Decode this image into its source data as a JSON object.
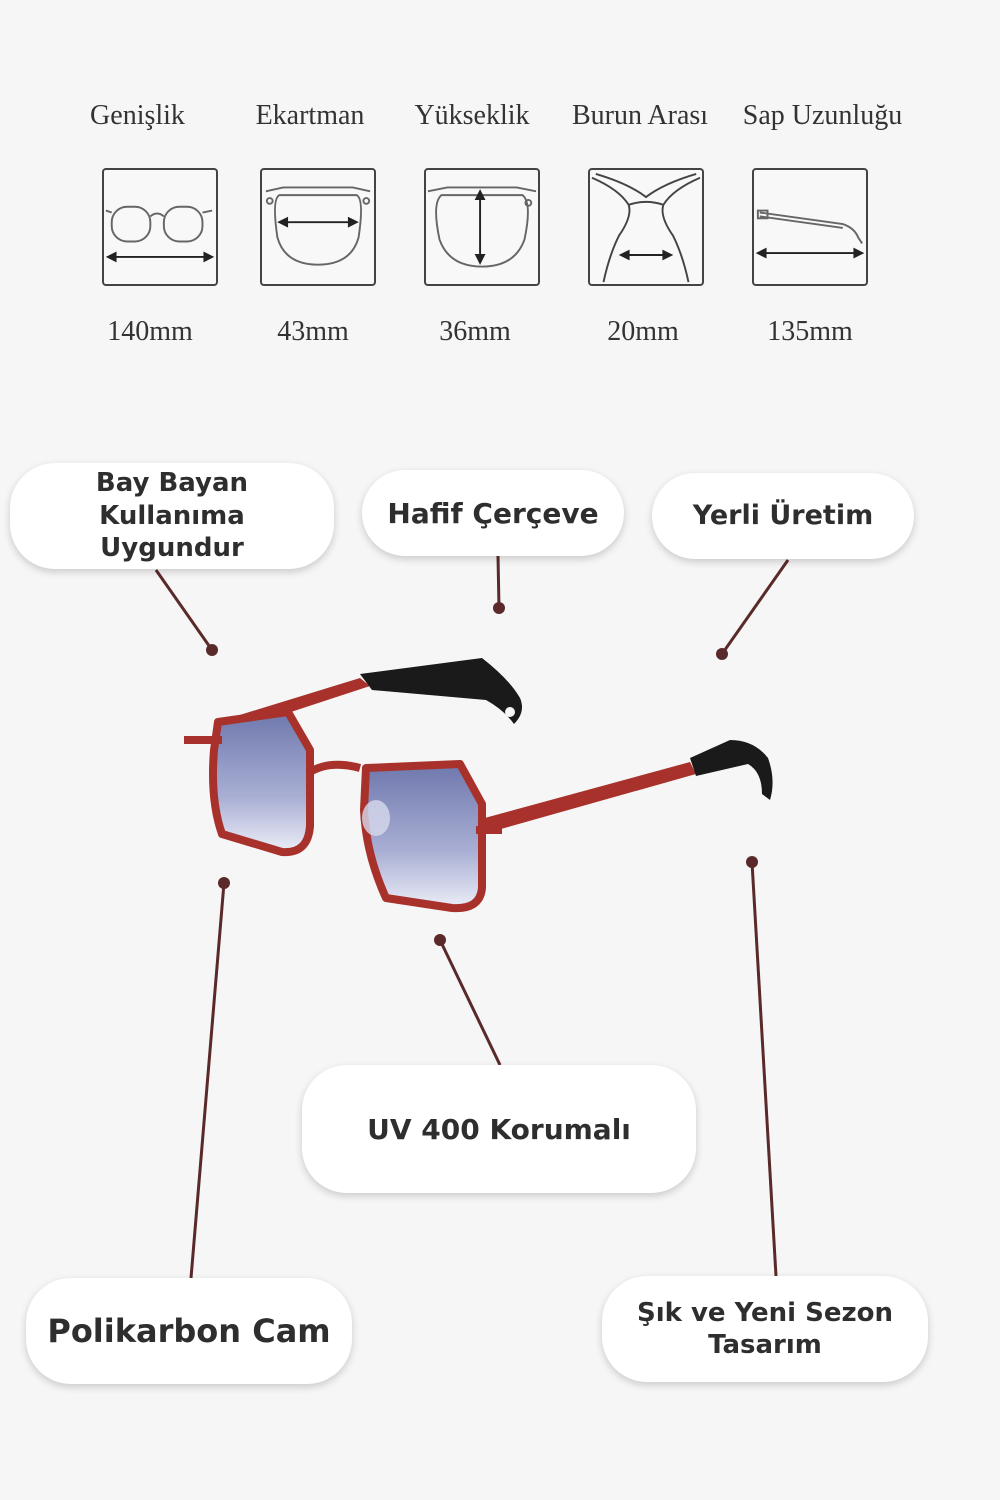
{
  "measurements": [
    {
      "label": "Genişlik",
      "value": "140mm",
      "icon": "glasses-width-icon"
    },
    {
      "label": "Ekartman",
      "value": "43mm",
      "icon": "lens-width-icon"
    },
    {
      "label": "Yükseklik",
      "value": "36mm",
      "icon": "lens-height-icon"
    },
    {
      "label": "Burun Arası",
      "value": "20mm",
      "icon": "bridge-width-icon"
    },
    {
      "label": "Sap Uzunluğu",
      "value": "135mm",
      "icon": "temple-length-icon"
    }
  ],
  "features": {
    "unisex": "Bay Bayan Kullanıma Uygundur",
    "light_frame": "Hafif Çerçeve",
    "local": "Yerli Üretim",
    "uv": "UV 400 Korumalı",
    "lens": "Polikarbon Cam",
    "design": "Şık ve Yeni Sezon Tasarım"
  },
  "colors": {
    "frame": "#a8322b",
    "temple_tip": "#1a1a1a",
    "lens": "#8c95c2",
    "leader": "#5a2a2a",
    "background": "#f6f6f6"
  }
}
